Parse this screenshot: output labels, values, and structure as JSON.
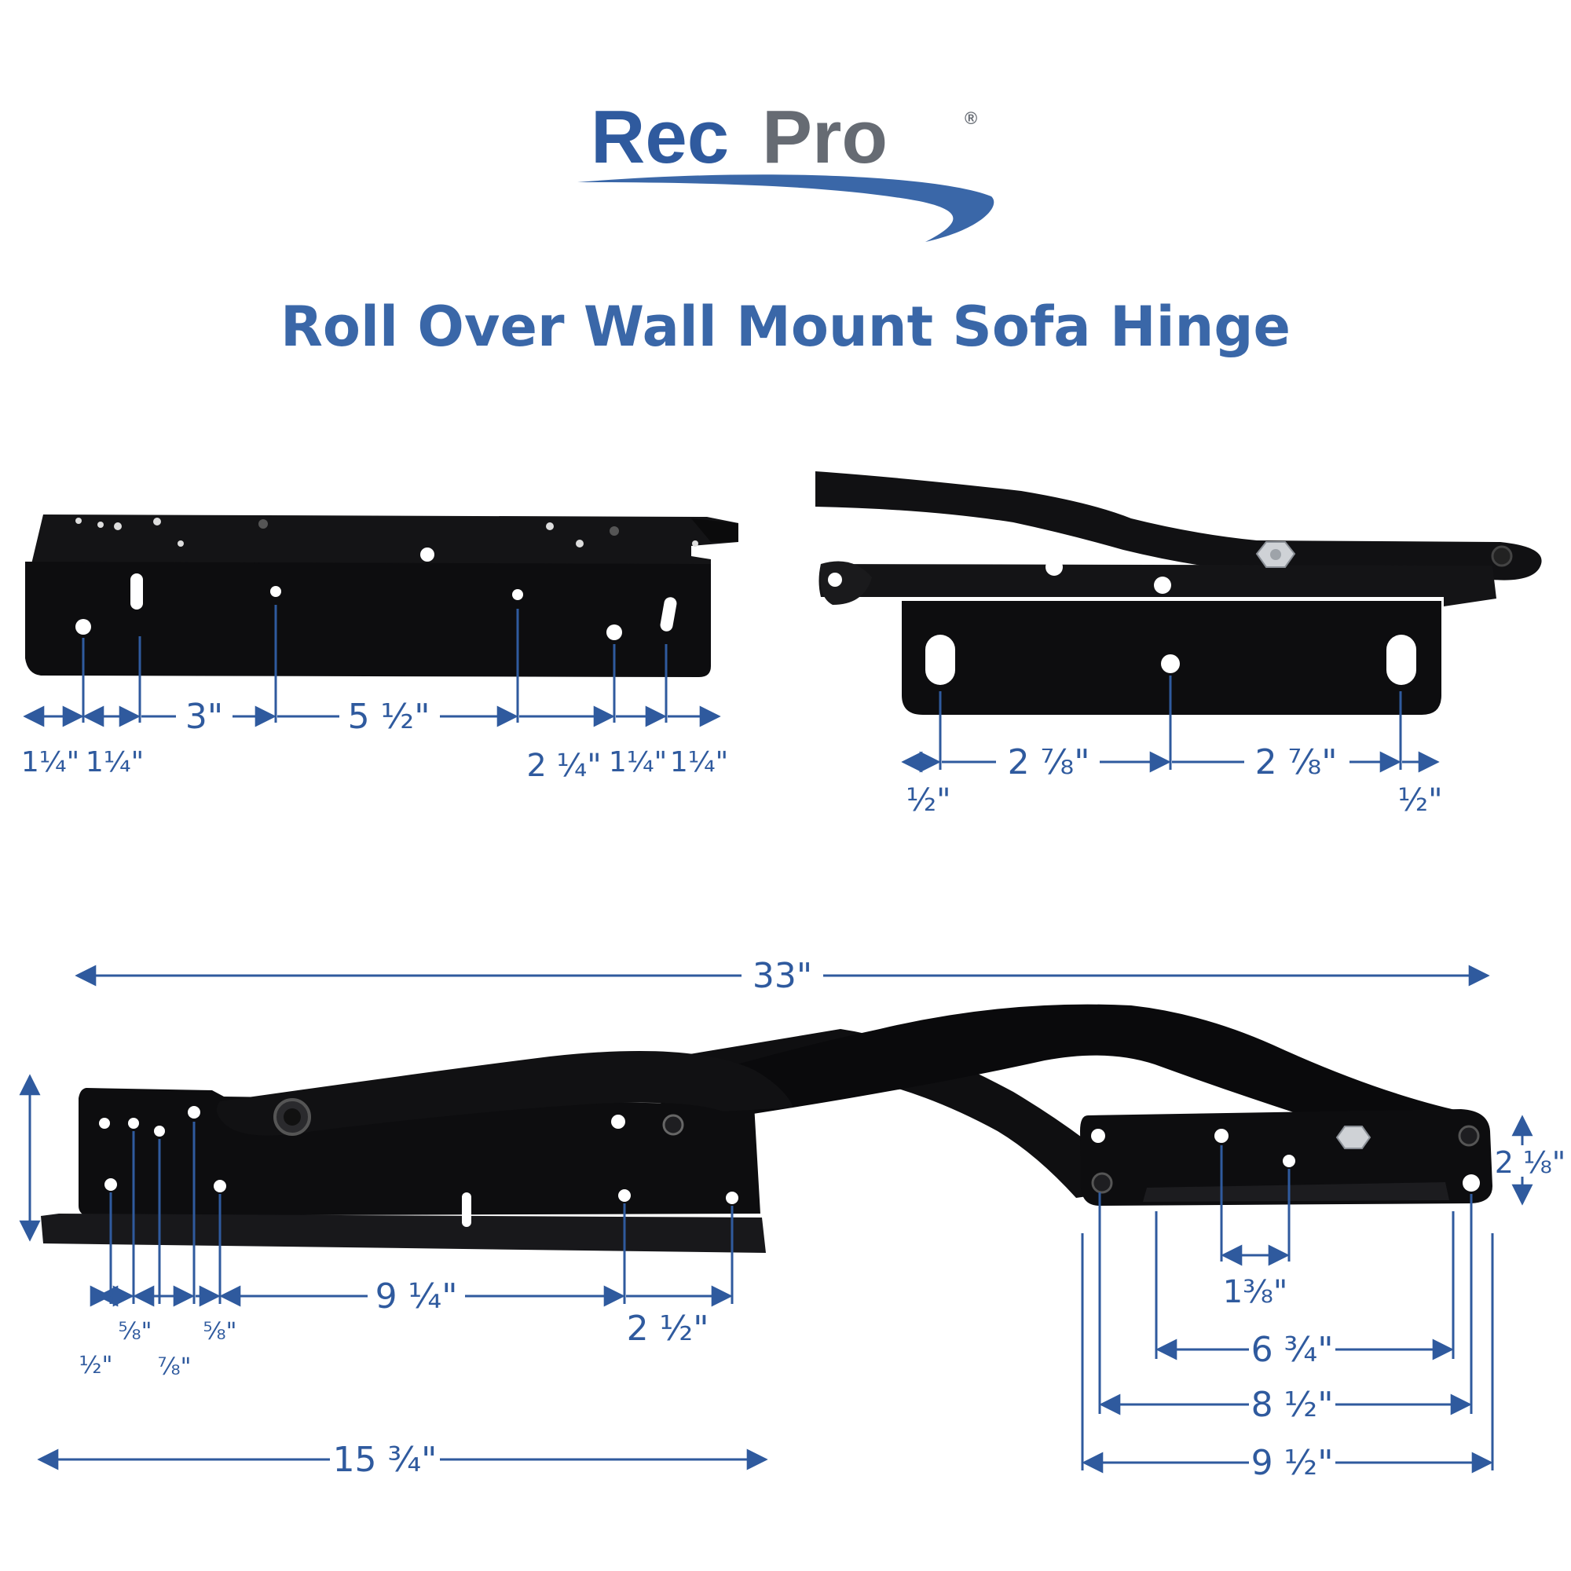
{
  "brand": {
    "name_part1": "Rec",
    "name_part2": "Pro",
    "registered": "®"
  },
  "title": "Roll Over Wall Mount Sofa Hinge",
  "colors": {
    "accent": "#2f5a9e",
    "steel": "#0d0d0f",
    "brand_gray": "#666b73"
  },
  "views": {
    "top_left": {
      "dims": [
        "1¼\"",
        "1¼\"",
        "3\"",
        "5 ½\"",
        "2 ¼\"",
        "1¼\"",
        "1¼\""
      ]
    },
    "top_right": {
      "dims": [
        "½\"",
        "2 ⅞\"",
        "2 ⅞\"",
        "½\""
      ]
    },
    "bottom": {
      "overall_length": "33\"",
      "height": "2 ⅛\"",
      "left_dims": [
        "½\"",
        "⅝\"",
        "⅞\"",
        "⅝\"",
        "9 ¼\"",
        "2 ½\""
      ],
      "left_total": "15 ¾\"",
      "right_dims": [
        "1⅜\"",
        "6 ¾\"",
        "8 ½\"",
        "9 ½\""
      ]
    }
  }
}
